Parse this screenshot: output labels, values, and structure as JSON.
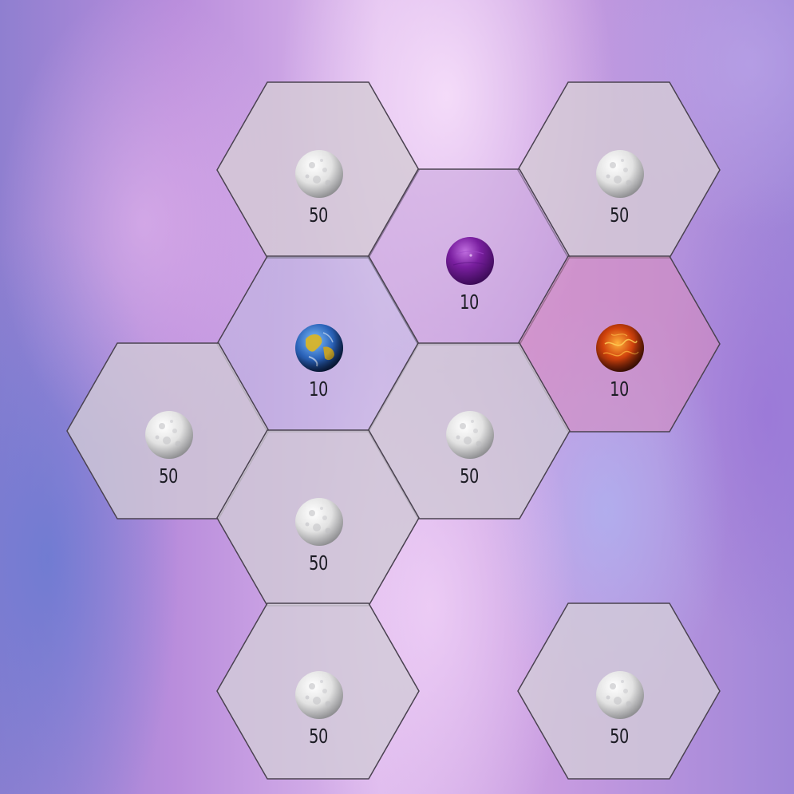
{
  "board": {
    "tiles": [
      {
        "planet": "moon-icon",
        "value": "50",
        "fill": "#d4cad6"
      },
      {
        "planet": "moon-icon",
        "value": "50",
        "fill": "#d4cad6"
      },
      {
        "planet": "purple-planet-icon",
        "value": "10",
        "fill": "#c8a6dc"
      },
      {
        "planet": "earth-icon",
        "value": "10",
        "fill": "#bfb9e2"
      },
      {
        "planet": "lava-planet-icon",
        "value": "10",
        "fill": "#d68ec0"
      },
      {
        "planet": "moon-icon",
        "value": "50",
        "fill": "#d0c8d6"
      },
      {
        "planet": "moon-icon",
        "value": "50",
        "fill": "#d0c8d6"
      },
      {
        "planet": "moon-icon",
        "value": "50",
        "fill": "#d0c8d6"
      },
      {
        "planet": "moon-icon",
        "value": "50",
        "fill": "#d2cad8"
      },
      {
        "planet": "moon-icon",
        "value": "50",
        "fill": "#d2cad8"
      }
    ]
  },
  "colors": {
    "hex_border": "#4a4250",
    "moon": "#e6e6e6",
    "purple_planet": "#7a1fa0",
    "lava_planet": "#c8400c",
    "earth_ocean": "#2a62b8",
    "earth_land": "#d8b428"
  }
}
